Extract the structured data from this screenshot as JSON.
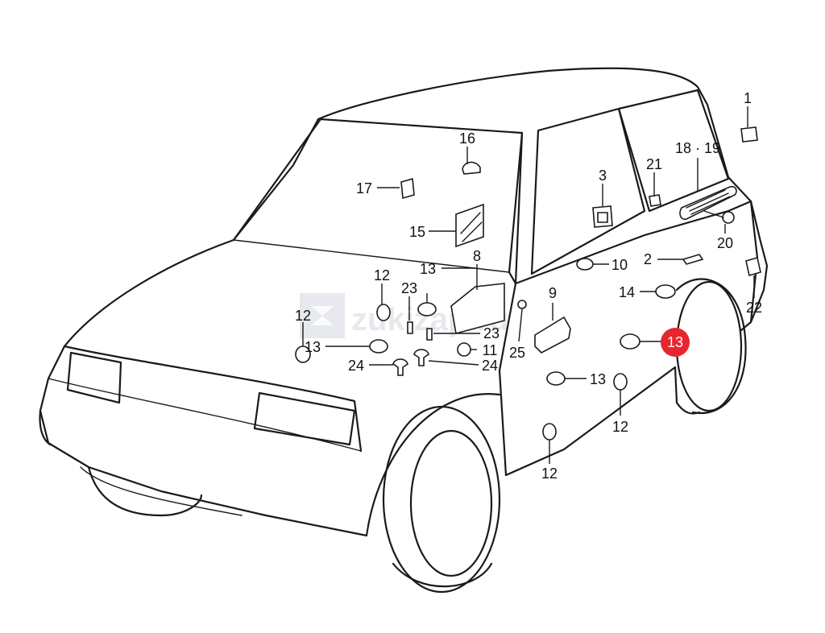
{
  "watermark": "zukizap.ru",
  "highlight": {
    "label": "13",
    "color": "#e8262e",
    "text_color": "#ffffff"
  },
  "callouts": [
    {
      "label": "1"
    },
    {
      "label": "18 · 19"
    },
    {
      "label": "21"
    },
    {
      "label": "3"
    },
    {
      "label": "20"
    },
    {
      "label": "2"
    },
    {
      "label": "22"
    },
    {
      "label": "16"
    },
    {
      "label": "17"
    },
    {
      "label": "15"
    },
    {
      "label": "13"
    },
    {
      "label": "8"
    },
    {
      "label": "10"
    },
    {
      "label": "9"
    },
    {
      "label": "14"
    },
    {
      "label": "12"
    },
    {
      "label": "23"
    },
    {
      "label": "12"
    },
    {
      "label": "23"
    },
    {
      "label": "13"
    },
    {
      "label": "11"
    },
    {
      "label": "25"
    },
    {
      "label": "24"
    },
    {
      "label": "24"
    },
    {
      "label": "13"
    },
    {
      "label": "12"
    },
    {
      "label": "12"
    }
  ]
}
